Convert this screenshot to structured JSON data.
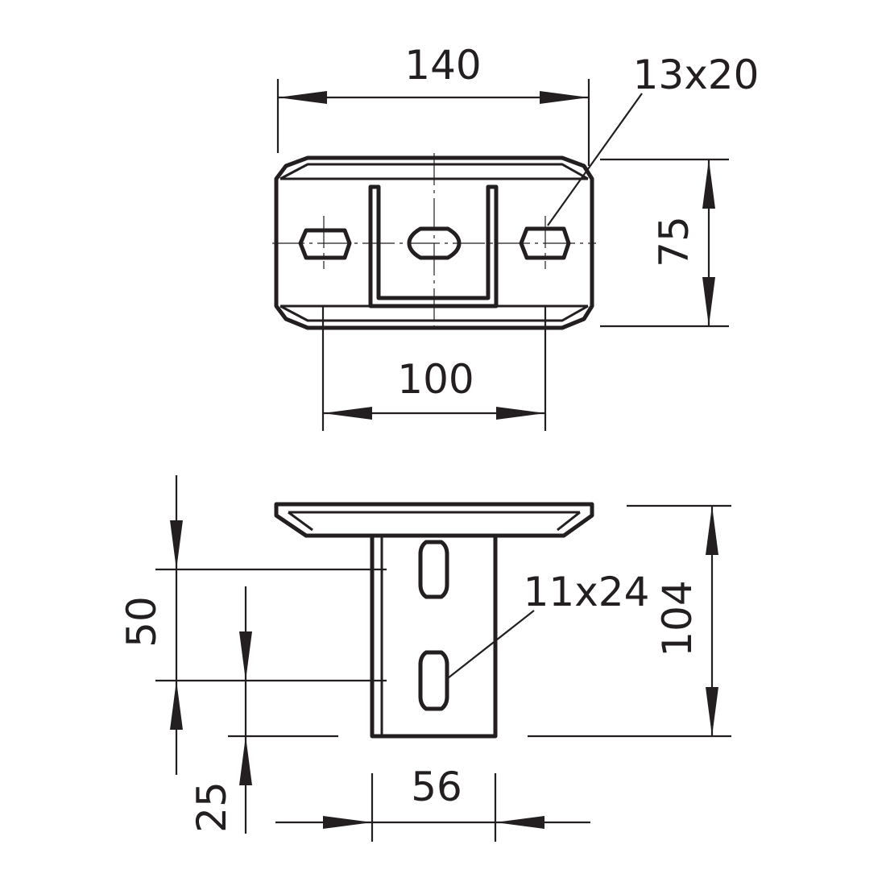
{
  "top_view": {
    "width_overall": "140",
    "hole_pitch": "100",
    "depth": "75",
    "slot_size": "13x20"
  },
  "side_view": {
    "height_overall": "104",
    "slot_pitch": "50",
    "bottom_offset": "25",
    "post_width": "56",
    "slot_size": "11x24"
  }
}
